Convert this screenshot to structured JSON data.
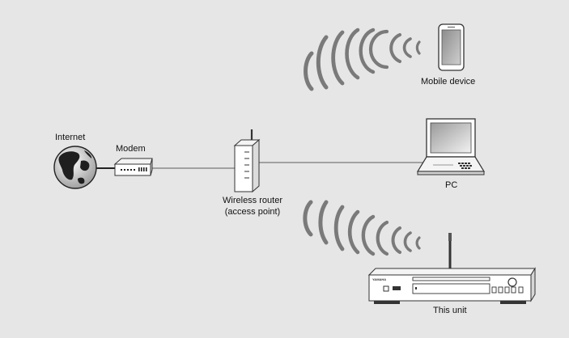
{
  "labels": {
    "internet": "Internet",
    "modem": "Modem",
    "router_line1": "Wireless router",
    "router_line2": "(access point)",
    "pc": "PC",
    "mobile": "Mobile device",
    "unit": "This unit"
  },
  "brand": "YAMAHA",
  "colors": {
    "background": "#e6e6e6",
    "wave": "#7a7a7a",
    "device_outline": "#333333",
    "cable": "#8a8a8a"
  },
  "icons": [
    "globe-icon",
    "modem-icon",
    "router-icon",
    "laptop-icon",
    "smartphone-icon",
    "cd-player-icon",
    "wifi-wave-icon"
  ]
}
